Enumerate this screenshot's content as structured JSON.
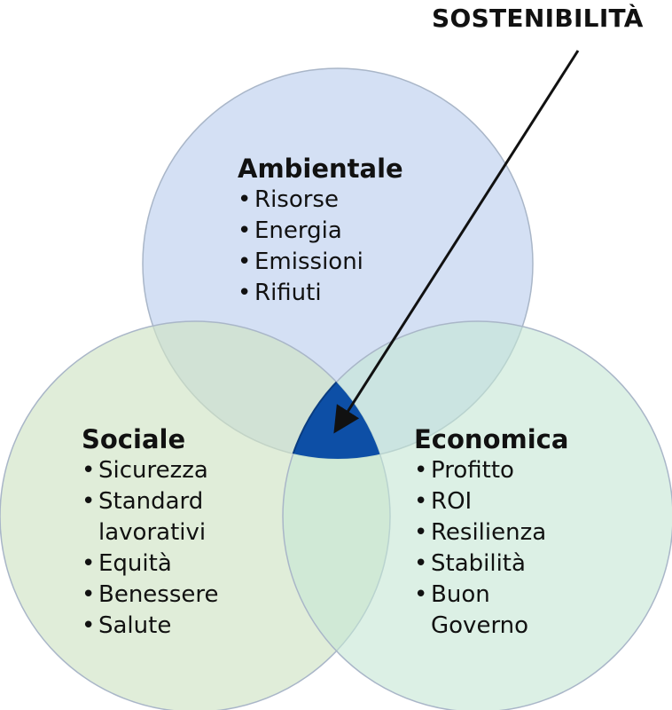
{
  "diagram": {
    "title": "SOSTENIBILITÀ",
    "colors": {
      "ambientale": "#c5d6f0",
      "sociale": "#cfe3c4",
      "economica": "#c4e6d4",
      "centro": "#0d4fa6",
      "freccia": "#111111"
    },
    "sets": {
      "ambientale": {
        "title": "Ambientale",
        "items": [
          "Risorse",
          "Energia",
          "Emissioni",
          "Rifiuti"
        ]
      },
      "sociale": {
        "title": "Sociale",
        "items": [
          "Sicurezza",
          "Standard",
          "lavorativi",
          "Equità",
          "Benessere",
          "Salute"
        ]
      },
      "economica": {
        "title": "Economica",
        "items": [
          "Profitto",
          "ROI",
          "Resilienza",
          "Stabilità",
          "Buon",
          "Governo"
        ]
      }
    }
  }
}
